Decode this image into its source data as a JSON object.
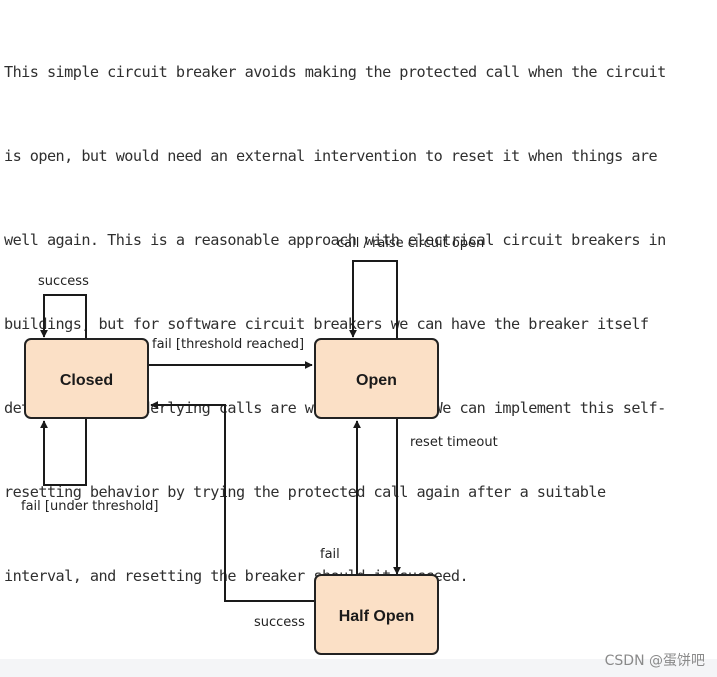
{
  "paragraph": {
    "lines": [
      "This simple circuit breaker avoids making the protected call when the circuit",
      "is open, but would need an external intervention to reset it when things are",
      "well again. This is a reasonable approach with electrical circuit breakers in",
      "buildings, but for software circuit breakers we can have the breaker itself",
      "detect if the underlying calls are working again. We can implement this self-",
      "resetting behavior by trying the protected call again after a suitable",
      "interval, and resetting the breaker should it succeed."
    ]
  },
  "diagram": {
    "states": {
      "closed": "Closed",
      "open": "Open",
      "half_open": "Half Open"
    },
    "edge_labels": {
      "closed_self_success": "success",
      "closed_to_open": "fail [threshold reached]",
      "closed_self_fail": "fail [under threshold]",
      "open_self": "call / raise circuit open",
      "open_to_half_open": "reset timeout",
      "half_open_to_open": "fail",
      "half_open_to_closed": "success"
    },
    "colors": {
      "state_fill": "#fbe0c6",
      "stroke": "#222222"
    }
  },
  "watermark": "CSDN @蛋饼吧"
}
